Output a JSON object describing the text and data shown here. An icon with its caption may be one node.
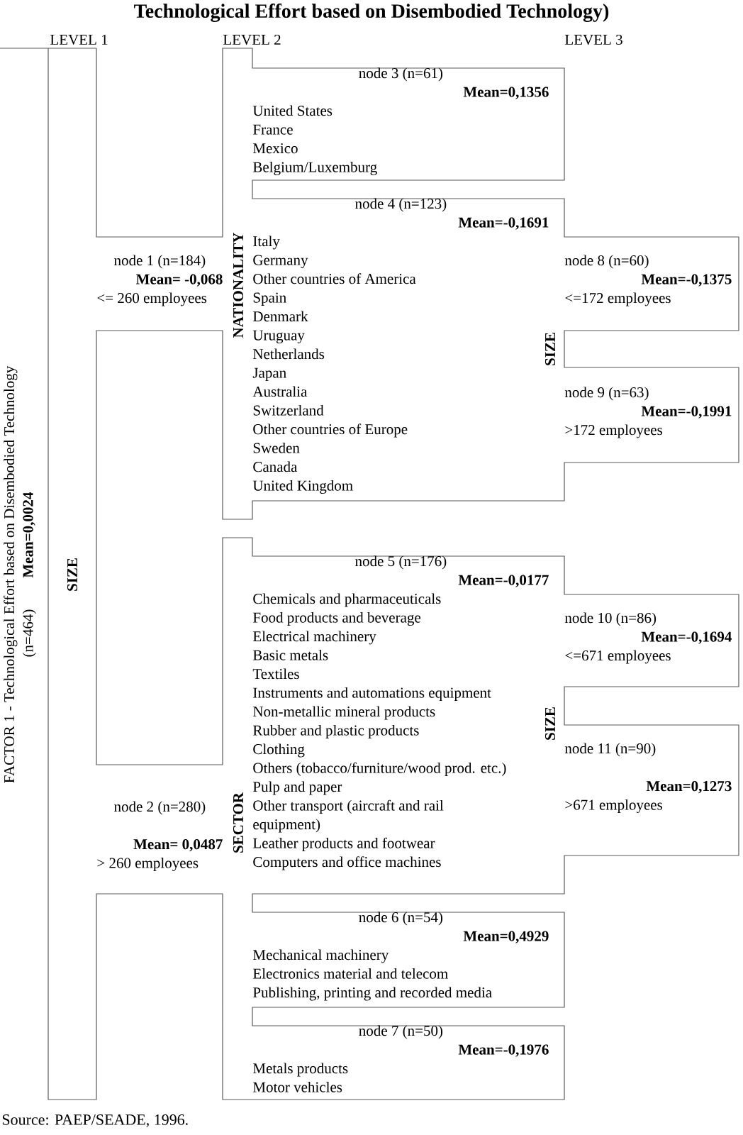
{
  "diagram": {
    "title": "Technological Effort based on Disembodied Technology)",
    "caption": "Source: PAEP/SEADE, 1996.",
    "nodes": [
      {
        "text": [
          "FACTOR 1 - Technological Effort based on Disembodied Technology",
          "(n=464)",
          "Mean=0,0024"
        ]
      },
      {
        "text": [
          "node 1 (n=184)",
          "Mean= -0,068",
          "<= 260 employees"
        ]
      },
      {
        "text": [
          "node 2 (n=280)",
          "Mean= 0,0487",
          "> 260 employees"
        ]
      },
      {
        "text": [
          "node 3 (n=61)",
          "Mean=0,1356",
          "United States",
          "France",
          "Mexico",
          "Belgium/Luxemburg"
        ]
      },
      {
        "text": [
          "node 4 (n=123)",
          "Mean=-0,1691",
          "Italy",
          "Germany",
          "Other countries of America",
          "Spain",
          "Denmark",
          "Uruguay",
          "Netherlands",
          "Japan",
          "Australia",
          "Switzerland",
          "Other countries of Europe",
          "Sweden",
          "Canada",
          "United Kingdom"
        ]
      },
      {
        "text": [
          "node 5 (n=176)",
          "Mean=-0,0177",
          "Chemicals and pharmaceuticals",
          "Food products and beverage",
          "Electrical machinery",
          "Basic metals",
          "Textiles",
          "Instruments and automations equipment",
          "Non-metallic mineral products",
          "Rubber and plastic products",
          "Clothing",
          "Others (tobacco/furniture/wood prod. etc.)",
          "Pulp and paper",
          "Other transport (aircraft and rail equipment)",
          "Leather products and footwear",
          "Computers and office machines"
        ]
      },
      {
        "text": [
          "node 6 (n=54)",
          "Mean=0,4929",
          "Mechanical machinery",
          "Electronics material and telecom",
          "Publishing, printing and recorded media"
        ]
      },
      {
        "text": [
          "node 7 (n=50)",
          "Mean=-0,1976",
          "Metals products",
          "Motor vehicles"
        ]
      },
      {
        "text": [
          "node 8 (n=60)",
          "Mean=-0,1375",
          "<=172 employees"
        ]
      },
      {
        "text": [
          "node 9 (n=63)",
          "Mean=-0,1991",
          ">172 employees"
        ]
      },
      {
        "text": [
          "node 10 (n=86)",
          "Mean=-0,1694",
          "<=671 employees"
        ]
      },
      {
        "text": [
          "node 11 (n=90)",
          "Mean=0,1273",
          ">671 employees"
        ]
      }
    ],
    "labels": [
      "LEVEL 1",
      "LEVEL 2",
      "LEVEL 3",
      "SIZE",
      "NATIONALITY",
      "SIZE",
      "SECTOR",
      "SIZE"
    ]
  }
}
